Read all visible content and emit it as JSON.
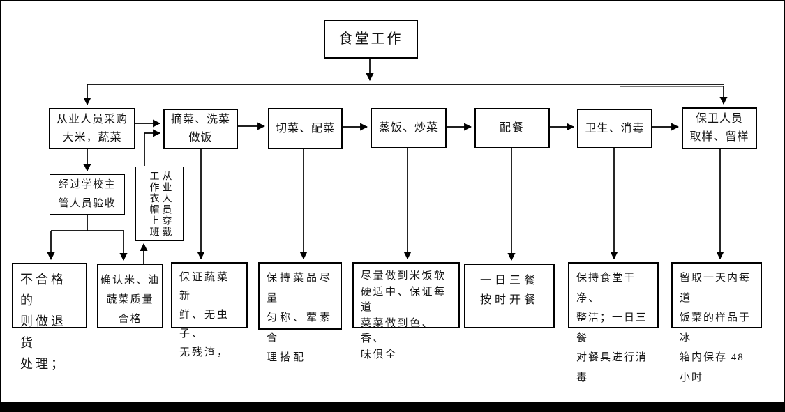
{
  "flowchart": {
    "title": "食堂工作",
    "process_row": [
      {
        "label": "从业人员采购\n大米，蔬菜"
      },
      {
        "label": "摘菜、洗菜\n做饭"
      },
      {
        "label": "切菜、配菜"
      },
      {
        "label": "蒸饭、炒菜"
      },
      {
        "label": "配餐"
      },
      {
        "label": "卫生、消毒"
      },
      {
        "label": "保卫人员\n取样、留样"
      }
    ],
    "middle": {
      "acceptance": "经过学校主\n管人员验收",
      "uniform_right_column": "从业人员穿戴",
      "uniform_left_column": "工作衣帽上班",
      "uniform_reading_order": "从业人员穿戴工作衣帽上班"
    },
    "detail_row": [
      {
        "label": "不合格的\n则做退货\n处理；"
      },
      {
        "label": "确认米、油\n蔬菜质量\n合格"
      },
      {
        "label": "保证蔬菜新\n鲜、无虫子、\n无残渣，"
      },
      {
        "label": "保持菜品尽量\n匀称、荤素合\n理搭配"
      },
      {
        "label": "尽量做到米饭软\n硬适中、保证每道\n菜菜做到色、香、\n味俱全"
      },
      {
        "label": "一日三餐\n按时开餐"
      },
      {
        "label": "保持食堂干净、\n整洁；一日三餐\n对餐具进行消毒"
      },
      {
        "label": "留取一天内每道\n饭菜的样品于冰\n箱内保存 48 小时"
      }
    ],
    "colors": {
      "line": "#000000",
      "box_border": "#000000",
      "background": "#ffffff",
      "text": "#141414"
    }
  }
}
